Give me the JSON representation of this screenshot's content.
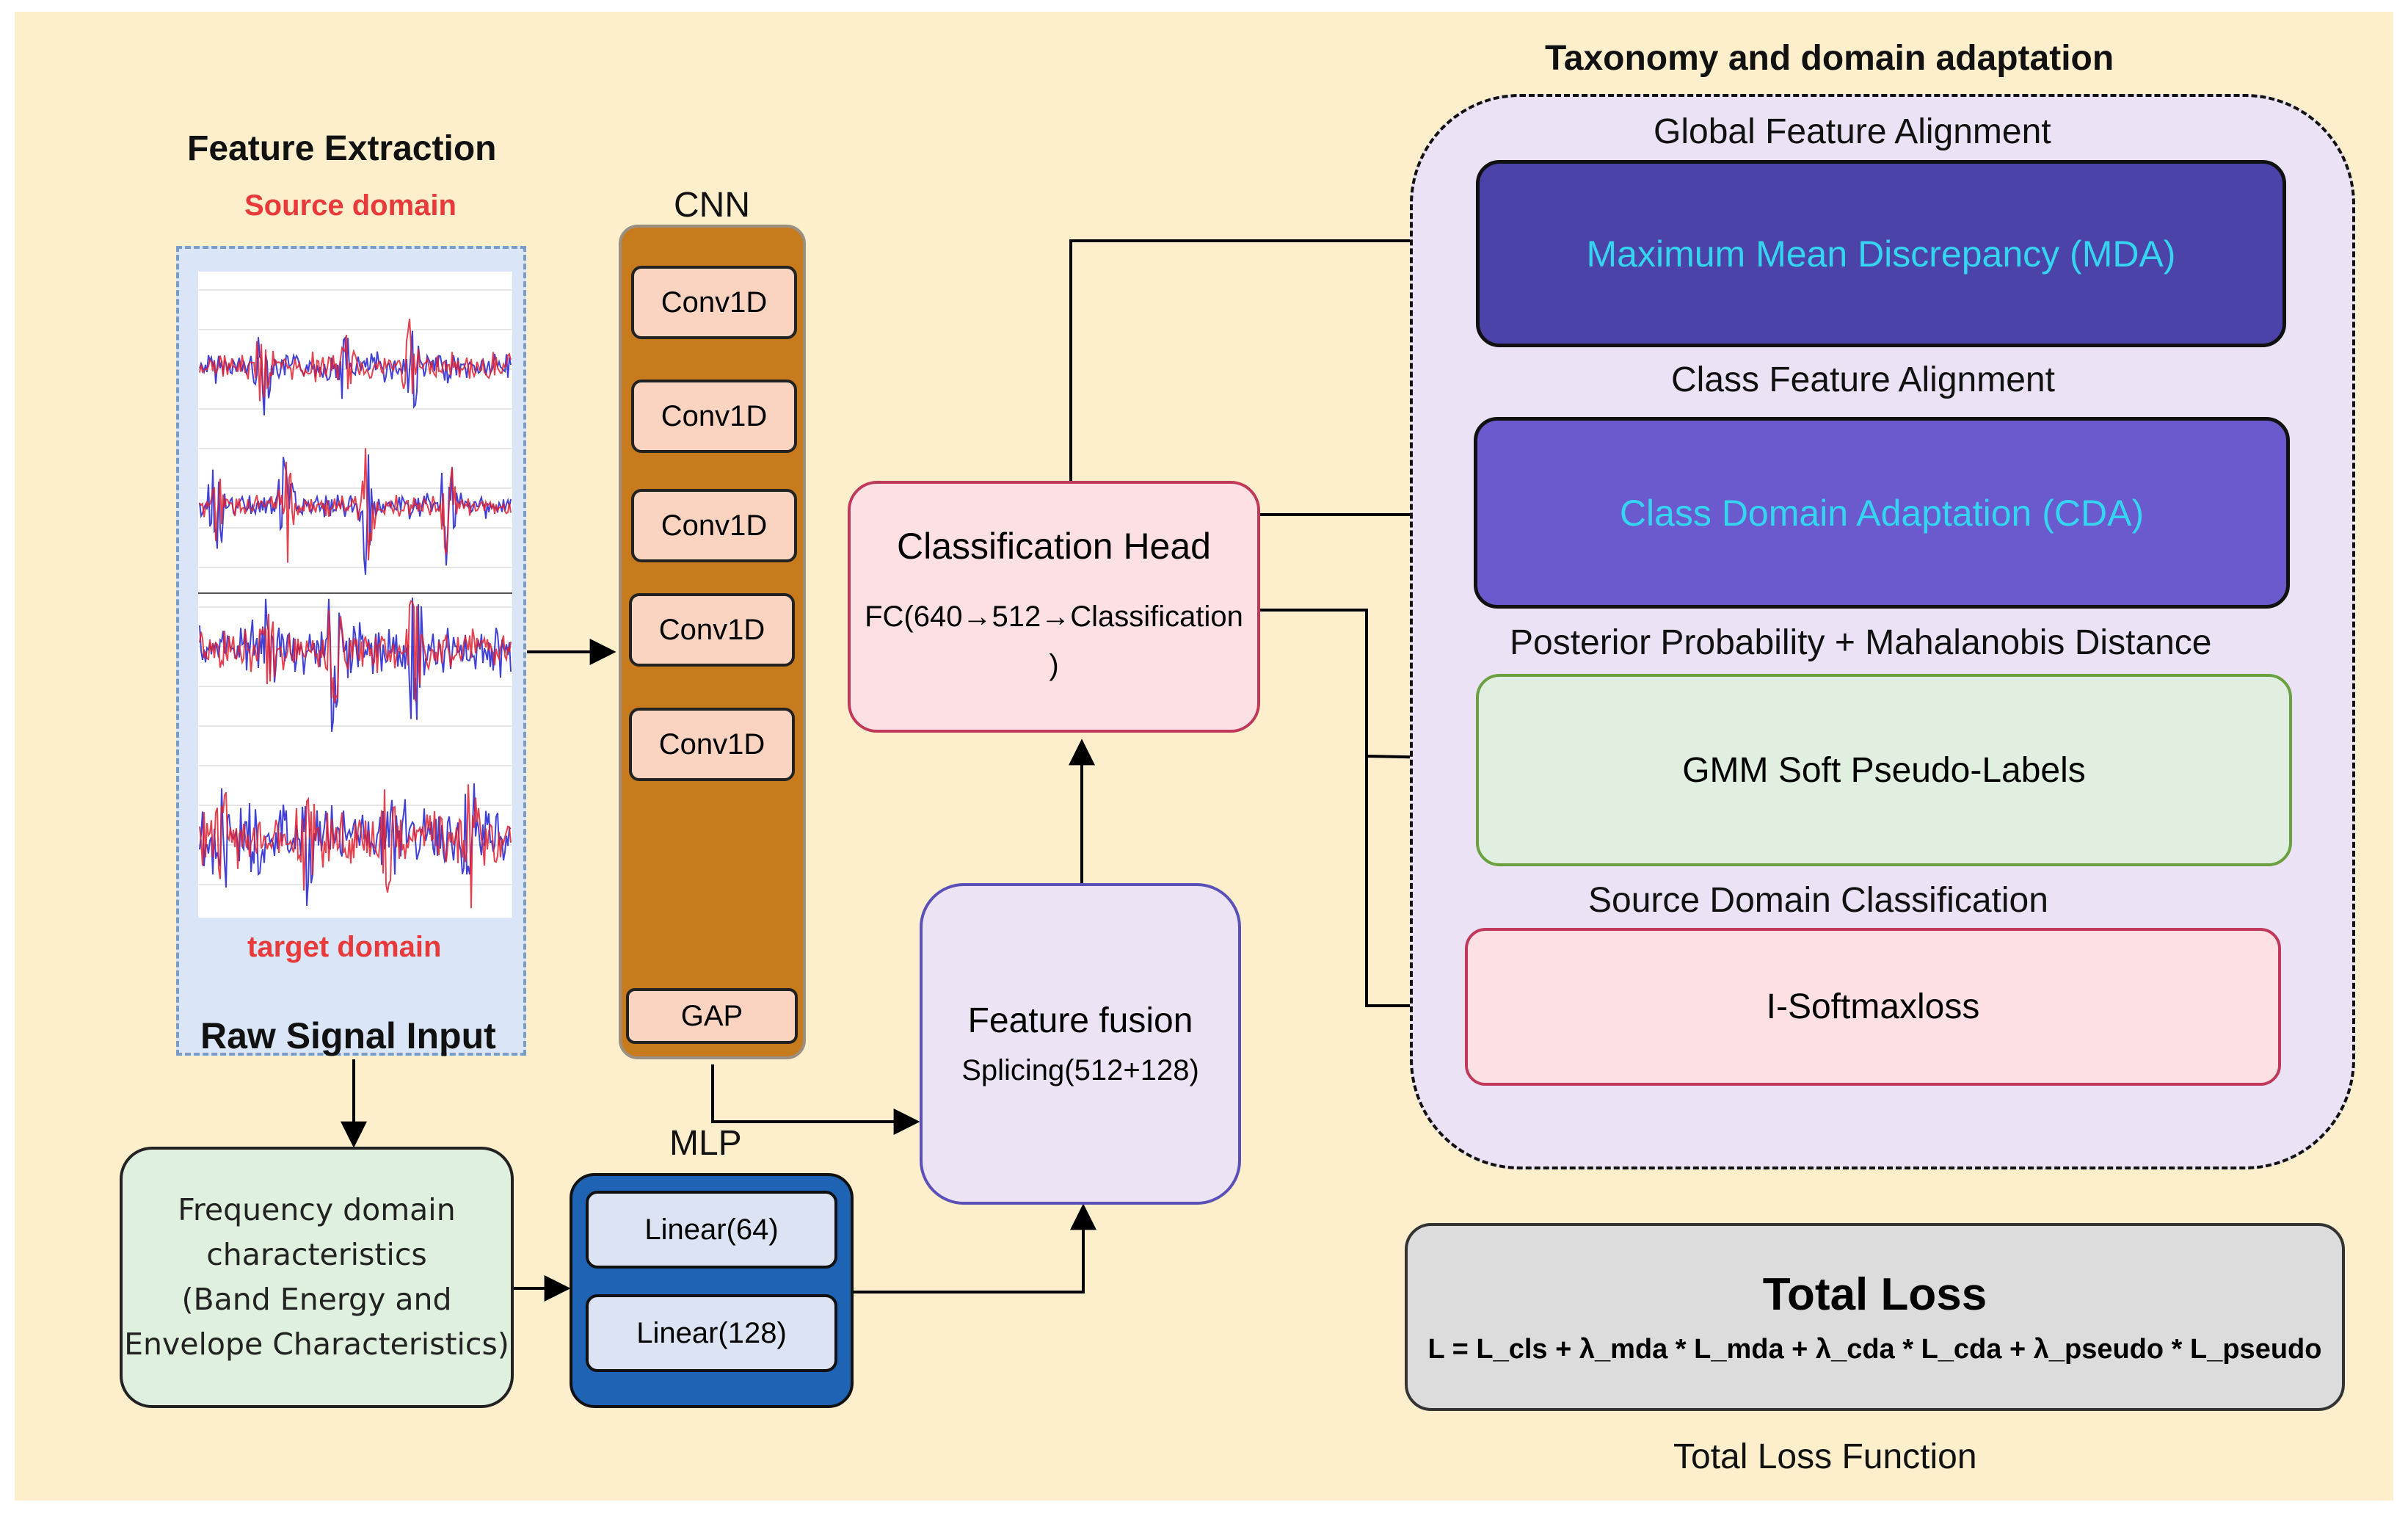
{
  "feature_extraction": {
    "title": "Feature Extraction",
    "source_label": "Source domain",
    "target_label": "target domain",
    "raw_label": "Raw Signal Input",
    "colors": {
      "source_label": "#e83a3a",
      "signal_a": "#2020d0",
      "signal_b": "#e0202f",
      "panel": "#dae6f7"
    }
  },
  "cnn": {
    "title": "CNN",
    "layers": [
      "Conv1D",
      "Conv1D",
      "Conv1D",
      "Conv1D",
      "Conv1D"
    ],
    "gap": "GAP",
    "colors": {
      "column": "#c77b1c",
      "layer": "#fad4c0"
    }
  },
  "frequency": {
    "lines": [
      "Frequency domain",
      "characteristics",
      "(Band Energy and",
      "Envelope Characteristics)"
    ],
    "color": "#dff0df"
  },
  "mlp": {
    "title": "MLP",
    "layers": [
      "Linear(64)",
      "Linear(128)"
    ],
    "colors": {
      "block": "#1f64b4",
      "layer": "#dce4f3"
    }
  },
  "fusion": {
    "title": "Feature fusion",
    "subtitle": "Splicing(512+128)",
    "color": "#ece4f5"
  },
  "classification_head": {
    "title": "Classification Head",
    "line1": "FC(640→512→Classification",
    "line2": ")",
    "color": "#fde0e3"
  },
  "adaptation": {
    "title": "Taxonomy and domain adaptation",
    "global_label": "Global Feature Alignment",
    "mda": "Maximum Mean Discrepancy (MDA)",
    "class_label": "Class Feature Alignment",
    "cda": "Class Domain Adaptation (CDA)",
    "posterior_label": "Posterior Probability + Mahalanobis Distance",
    "gmm": "GMM Soft Pseudo-Labels",
    "source_cls_label": "Source Domain Classification",
    "softmax": "I-Softmaxloss",
    "colors": {
      "region": "#ebe3f5",
      "mda": "#4b43a8",
      "cda": "#6a5acd",
      "text": "#35d4f0",
      "gmm": "#e0efe0",
      "softmax": "#fde0e3"
    }
  },
  "loss": {
    "title": "Total Loss",
    "formula": "L = L_cls + λ_mda * L_mda + λ_cda * L_cda + λ_pseudo * L_pseudo",
    "caption": "Total Loss Function",
    "color": "#dcdcdc"
  }
}
